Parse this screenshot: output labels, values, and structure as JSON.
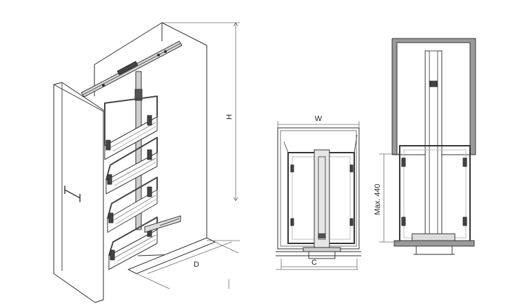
{
  "labels": {
    "height": "H",
    "depth": "D",
    "width": "W",
    "cabinet_depth": "C",
    "max_height": "Max. 440"
  },
  "colors": {
    "line": "#2a2a2a",
    "dim": "#6a6a6a",
    "metal": "#3b3b3b",
    "rack": "#bdbdbd"
  }
}
